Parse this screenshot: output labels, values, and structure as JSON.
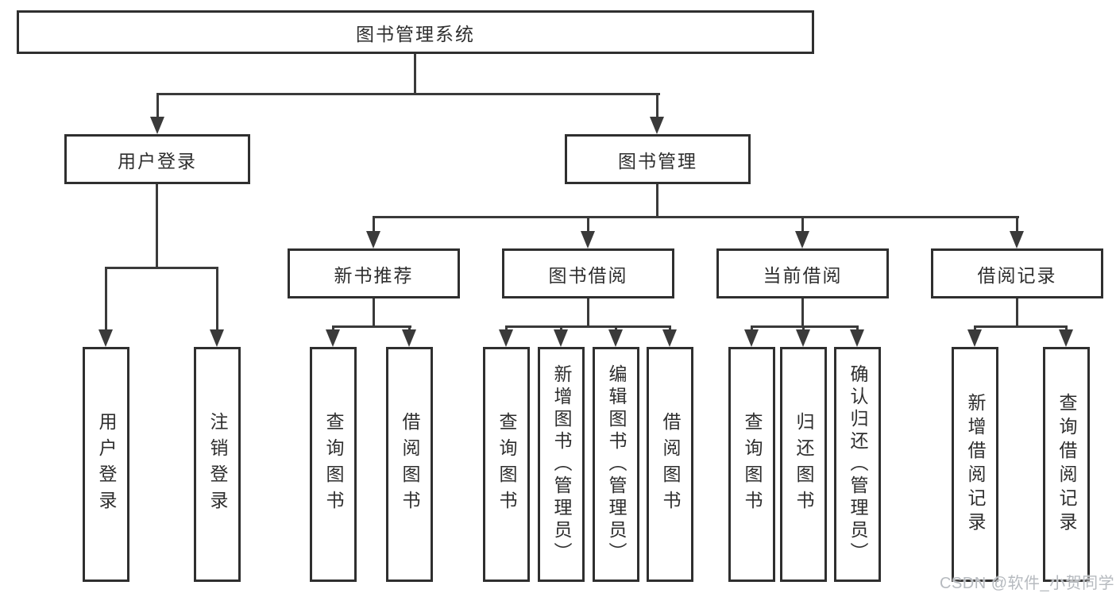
{
  "diagram": {
    "tree": {
      "label": "图书管理系统",
      "children": [
        {
          "label": "用户登录",
          "children": [
            {
              "label": "用户登录"
            },
            {
              "label": "注销登录"
            }
          ]
        },
        {
          "label": "图书管理",
          "children": [
            {
              "label": "新书推荐",
              "children": [
                {
                  "label": "查询图书"
                },
                {
                  "label": "借阅图书"
                }
              ]
            },
            {
              "label": "图书借阅",
              "children": [
                {
                  "label": "查询图书"
                },
                {
                  "label": "新增图书（管理员）"
                },
                {
                  "label": "编辑图书（管理员）"
                },
                {
                  "label": "借阅图书"
                }
              ]
            },
            {
              "label": "当前借阅",
              "children": [
                {
                  "label": "查询图书"
                },
                {
                  "label": "归还图书"
                },
                {
                  "label": "确认归还（管理员）"
                }
              ]
            },
            {
              "label": "借阅记录",
              "children": [
                {
                  "label": "新增借阅记录"
                },
                {
                  "label": "查询借阅记录"
                }
              ]
            }
          ]
        }
      ]
    },
    "colors": {
      "line": "#3a3a3a",
      "box_border": "#2f2f2f",
      "text": "#2e2e2e",
      "background": "#ffffff",
      "watermark": "#b6babf"
    }
  },
  "watermark": {
    "text": "CSDN @软件_小贺同学"
  }
}
